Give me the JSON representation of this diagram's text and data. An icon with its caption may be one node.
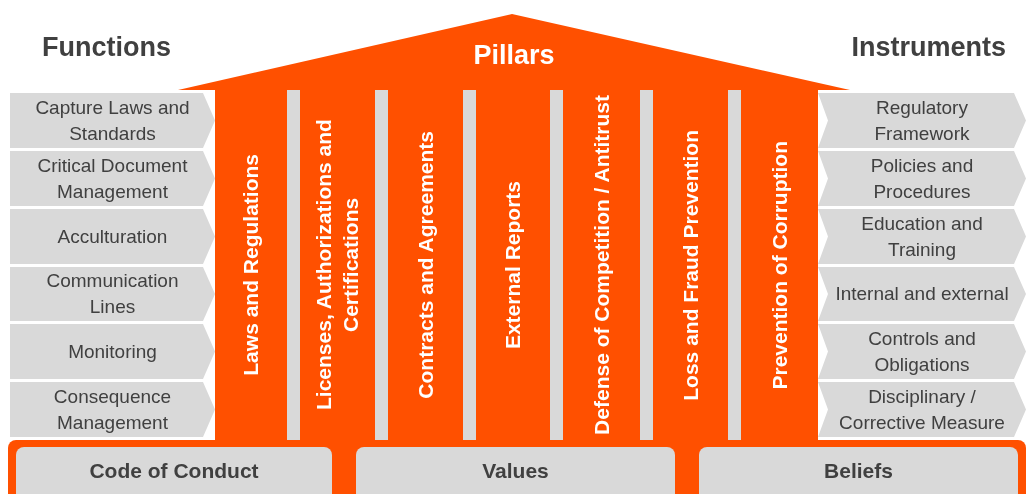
{
  "diagram": {
    "nodes": [
      {
        "text": [
          "Pillars"
        ]
      },
      {
        "text": [
          "Capture Laws and Standards"
        ]
      },
      {
        "text": [
          "Critical Document Management"
        ]
      },
      {
        "text": [
          "Acculturation"
        ]
      },
      {
        "text": [
          "Communication Lines"
        ]
      },
      {
        "text": [
          "Monitoring"
        ]
      },
      {
        "text": [
          "Consequence Management"
        ]
      },
      {
        "text": [
          "Laws and Regulations"
        ]
      },
      {
        "text": [
          "Licenses, Authorizations and Certifications"
        ]
      },
      {
        "text": [
          "Contracts and Agreements"
        ]
      },
      {
        "text": [
          "External Reports"
        ]
      },
      {
        "text": [
          "Defense of Competition / Antitrust"
        ]
      },
      {
        "text": [
          "Loss and Fraud Prevention"
        ]
      },
      {
        "text": [
          "Prevention of Corruption"
        ]
      },
      {
        "text": [
          "Regulatory Framework"
        ]
      },
      {
        "text": [
          "Policies and Procedures"
        ]
      },
      {
        "text": [
          "Education and Training"
        ]
      },
      {
        "text": [
          "Internal and external"
        ]
      },
      {
        "text": [
          "Controls and Obligations"
        ]
      },
      {
        "text": [
          "Disciplinary / Corrective Measure"
        ]
      },
      {
        "text": [],
        "shape": "bar"
      },
      {
        "text": [
          "Code of Conduct"
        ],
        "in": 20
      },
      {
        "text": [
          "Values"
        ],
        "in": 20
      },
      {
        "text": [
          "Beliefs"
        ],
        "in": 20
      }
    ],
    "labels": [
      "Functions",
      "Instruments"
    ]
  }
}
